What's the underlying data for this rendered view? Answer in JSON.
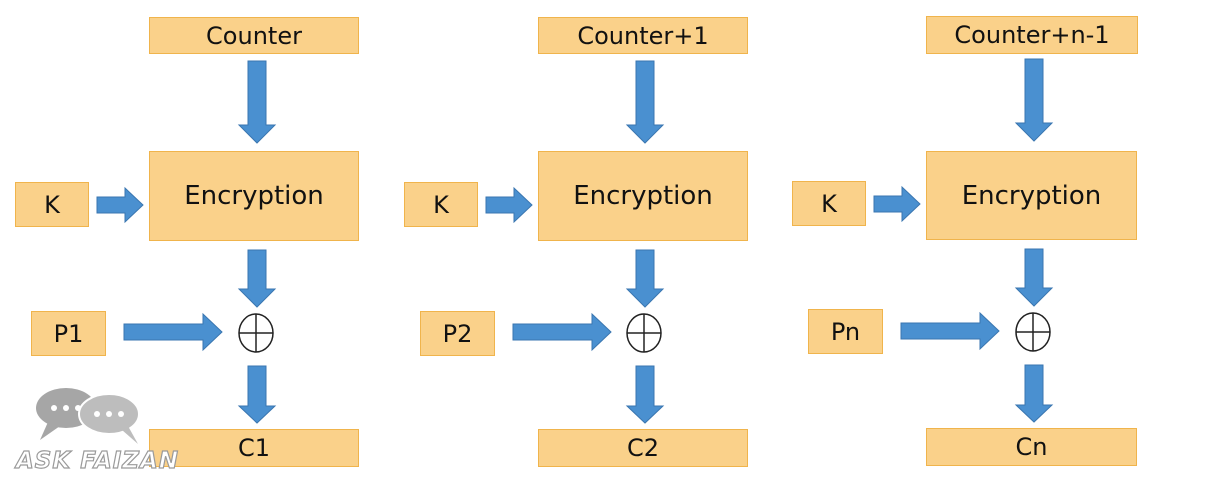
{
  "colors": {
    "box_fill": "#FAD18A",
    "box_border": "#F0B44C",
    "arrow_fill": "#4A90D0",
    "arrow_stroke": "#3A76B0",
    "logo_gray": "#A6A6A6"
  },
  "icons": {
    "xor": "xor-icon",
    "logo": "chat-bubbles-icon"
  },
  "blocks": [
    {
      "counter": "Counter",
      "key": "K",
      "encryption": "Encryption",
      "plaintext": "P1",
      "ciphertext": "C1"
    },
    {
      "counter": "Counter+1",
      "key": "K",
      "encryption": "Encryption",
      "plaintext": "P2",
      "ciphertext": "C2"
    },
    {
      "counter": "Counter+n-1",
      "key": "K",
      "encryption": "Encryption",
      "plaintext": "Pn",
      "ciphertext": "Cn"
    }
  ],
  "watermark": {
    "text": "ASK FAIZAN"
  }
}
